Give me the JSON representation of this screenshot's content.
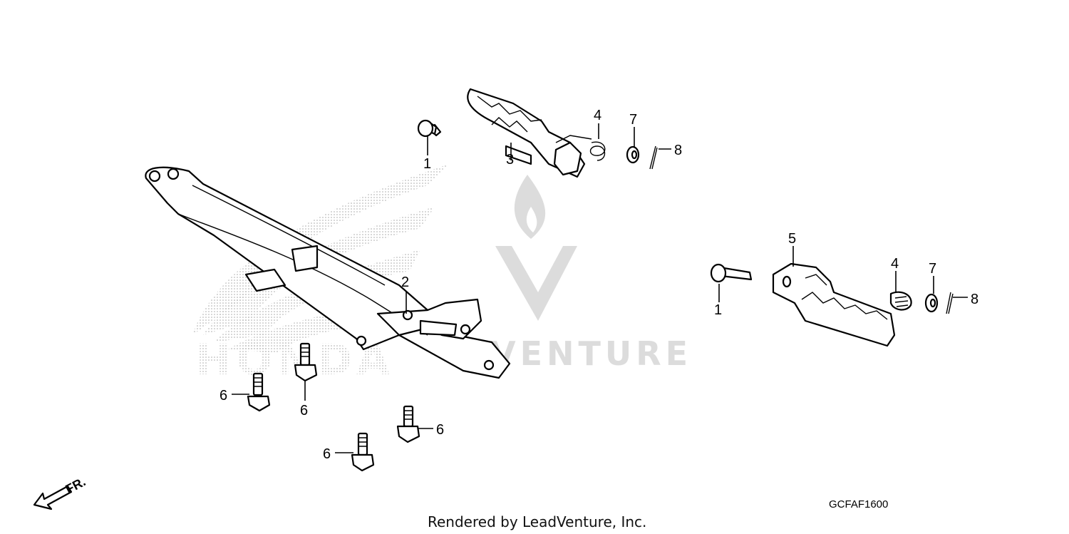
{
  "diagram": {
    "diagram_code": "GCFAF1600",
    "credit": "Rendered by LeadVenture, Inc.",
    "watermark_text": "VENTURE",
    "background_logo_text": "HONDA",
    "direction_label": "FR.",
    "callouts": {
      "c1a": "1",
      "c1b": "1",
      "c2": "2",
      "c3": "3",
      "c4a": "4",
      "c4b": "4",
      "c5": "5",
      "c6a": "6",
      "c6b": "6",
      "c6c": "6",
      "c6d": "6",
      "c7a": "7",
      "c7b": "7",
      "c8a": "8",
      "c8b": "8"
    },
    "colors": {
      "line": "#000000",
      "watermark": "#d9d9d9",
      "background": "#ffffff"
    }
  }
}
